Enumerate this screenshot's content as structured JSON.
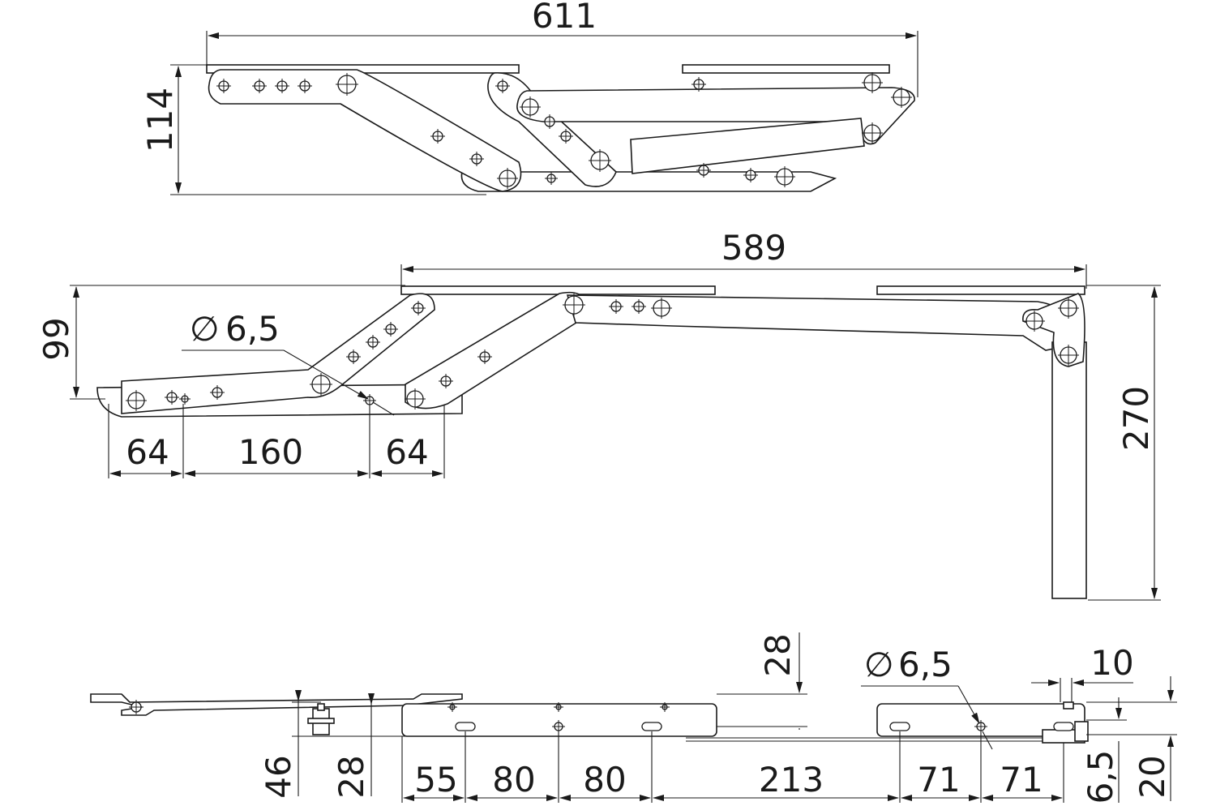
{
  "drawing": {
    "top_view": {
      "width_dim": "611",
      "height_dim": "114"
    },
    "middle_view": {
      "length_dim": "589",
      "height_dim": "99",
      "leg_dim": "270",
      "hole_dim": "6,5",
      "spacing_dims": [
        "64",
        "160",
        "64"
      ]
    },
    "bottom_view": {
      "gap_dim": "28",
      "hole_dim": "6,5",
      "edge_dim": "10",
      "left_dims": [
        "46",
        "28"
      ],
      "spacing_dims": [
        "55",
        "80",
        "80",
        "213",
        "71",
        "71"
      ],
      "right_dims": [
        "6,5",
        "20"
      ]
    },
    "diameter_symbol": "∅"
  }
}
